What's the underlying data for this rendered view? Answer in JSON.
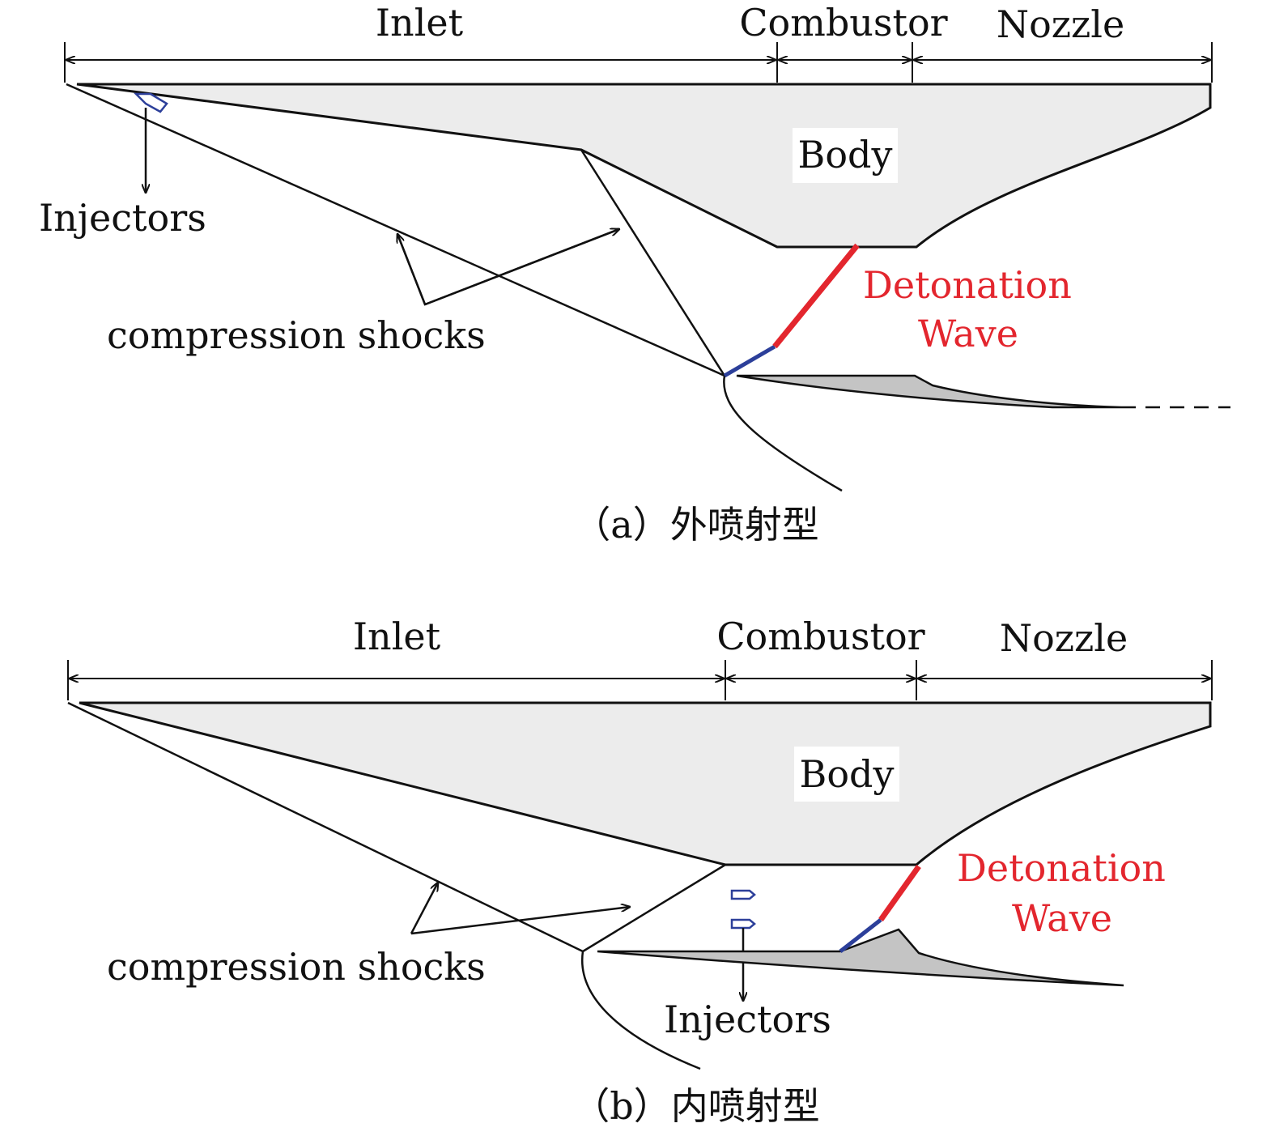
{
  "panel_a": {
    "section_inlet": "Inlet",
    "section_combustor": "Combustor",
    "section_nozzle": "Nozzle",
    "body_label": "Body",
    "injectors_label": "Injectors",
    "shocks_label": "compression shocks",
    "detonation_line1": "Detonation",
    "detonation_line2": "Wave",
    "caption": "（a）外喷射型"
  },
  "panel_b": {
    "section_inlet": "Inlet",
    "section_combustor": "Combustor",
    "section_nozzle": "Nozzle",
    "body_label": "Body",
    "injectors_label": "Injectors",
    "shocks_label": "compression shocks",
    "detonation_line1": "Detonation",
    "detonation_line2": "Wave",
    "caption": "（b）内喷射型"
  },
  "colors": {
    "detonation_wave": "#e3262e",
    "oblique_shock_segment": "#2c3f9a",
    "injector_outline": "#2c3f9a",
    "body_fill": "#ececec",
    "cowl_fill": "#c4c4c4"
  }
}
